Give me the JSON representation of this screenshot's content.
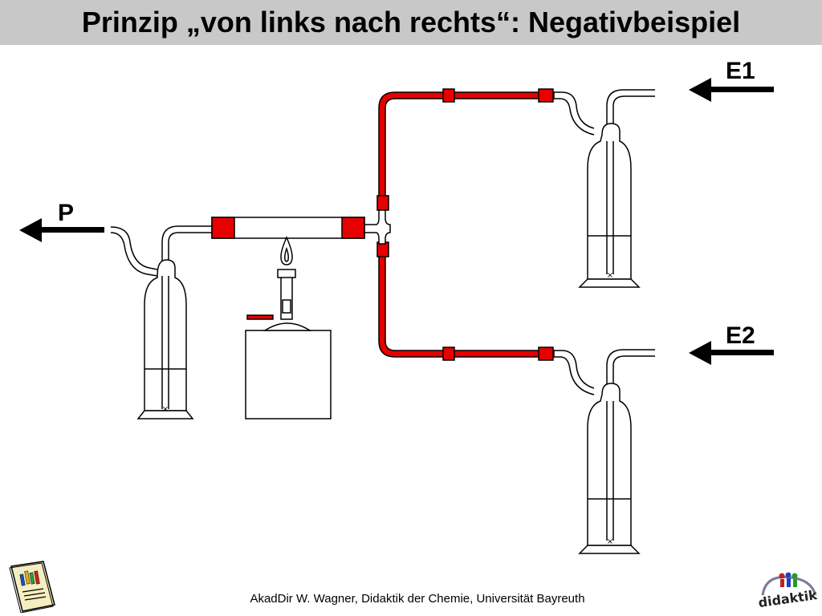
{
  "slide": {
    "title": "Prinzip „von links nach rechts“: Negativbeispiel",
    "footer": "AkadDir W. Wagner, Didaktik der Chemie, Universität Bayreuth"
  },
  "diagram": {
    "labels": {
      "product": "P",
      "educt1": "E1",
      "educt2": "E2"
    },
    "colors": {
      "tubing": "#e60000",
      "outline": "#000000",
      "background": "#ffffff"
    }
  },
  "logos": {
    "didaktik_text": "didaktik"
  }
}
